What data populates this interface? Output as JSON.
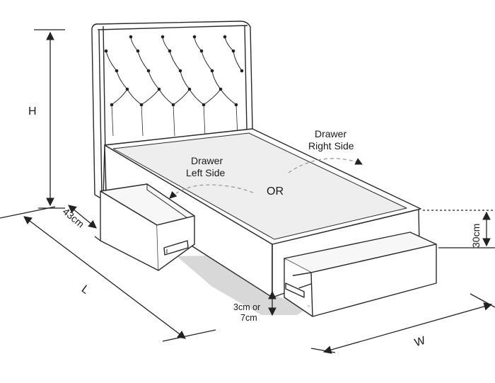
{
  "labels": {
    "height": "H",
    "length": "L",
    "width": "W",
    "drawer_depth": "43cm",
    "side_height": "30cm",
    "clearance_line1": "3cm or",
    "clearance_line2": "7cm",
    "drawer_left_line1": "Drawer",
    "drawer_left_line2": "Left Side",
    "drawer_right_line1": "Drawer",
    "drawer_right_line2": "Right Side",
    "or": "OR"
  },
  "colors": {
    "line": "#2a2a2a",
    "panel": "#ffffff",
    "mattress_top": "#eeeeee",
    "drawer_inner": "#f7f7f7",
    "shadow": "#cfcfcf",
    "dashed": "#9a9a9a"
  },
  "icons": {
    "button_tufting": "diamond-tufting",
    "drawer_handle": "recessed-handle"
  }
}
